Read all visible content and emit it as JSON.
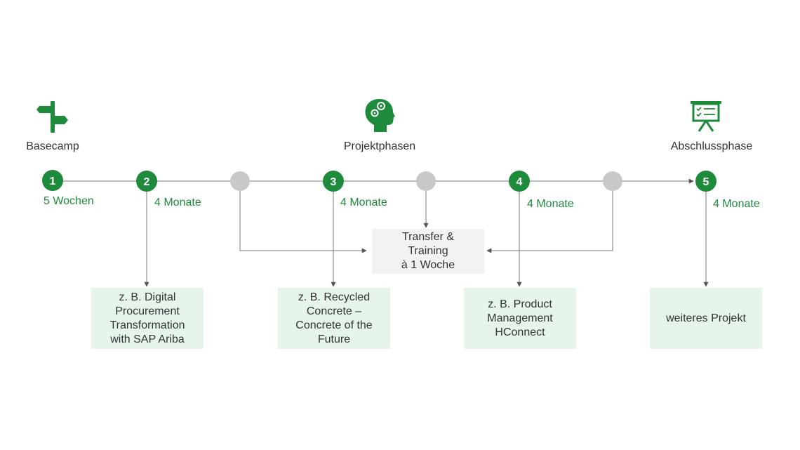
{
  "phases": {
    "basecamp": "Basecamp",
    "projektphasen": "Projektphasen",
    "abschlussphase": "Abschlussphase"
  },
  "icons": {
    "basecamp": "signpost-icon",
    "projektphasen": "head-gears-icon",
    "abschlussphase": "presentation-board-icon"
  },
  "milestones": [
    {
      "number": "1",
      "duration": "5 Wochen"
    },
    {
      "number": "2",
      "duration": "4 Monate"
    },
    {
      "number": "3",
      "duration": "4 Monate"
    },
    {
      "number": "4",
      "duration": "4 Monate"
    },
    {
      "number": "5",
      "duration": "4 Monate"
    }
  ],
  "projects": [
    "z. B. Digital\nProcurement\nTransformation\nwith SAP Ariba",
    "z. B. Recycled\nConcrete –\nConcrete of the\nFuture",
    "z. B. Product\nManagement\nHConnect",
    "weiteres Projekt"
  ],
  "transfer": "Transfer &\nTraining\nà 1 Woche",
  "colors": {
    "milestone": "#1e8a3b",
    "intermediate": "#c8c8c8",
    "duration_text": "#1e8a3b",
    "project_box": "#e7f4ea",
    "transfer_box": "#f2f2f2",
    "line": "#777777"
  }
}
